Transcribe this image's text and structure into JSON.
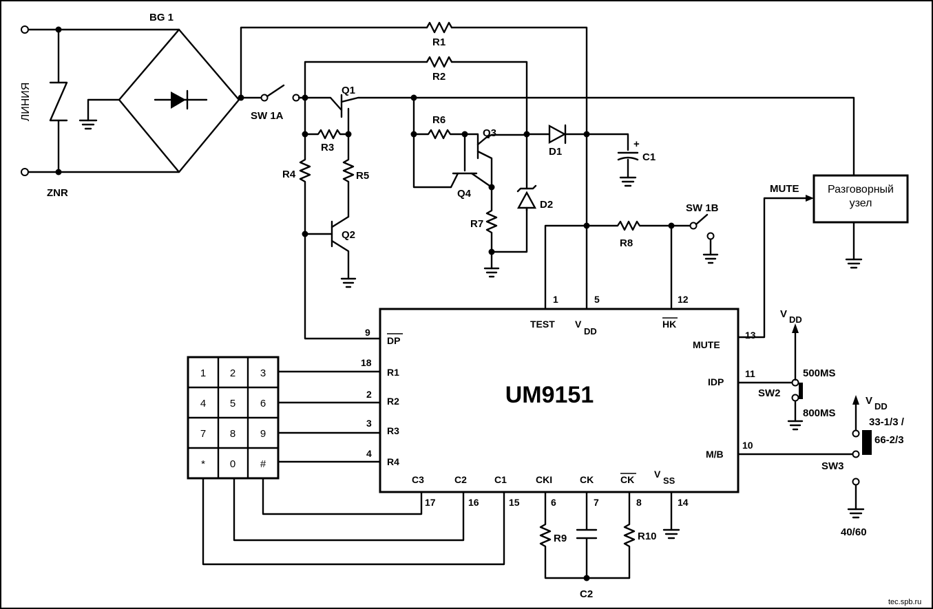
{
  "diagram": {
    "chip": {
      "name": "UM9151",
      "pins_left": [
        {
          "num": "9",
          "label": "DP"
        },
        {
          "num": "18",
          "label": "R1"
        },
        {
          "num": "2",
          "label": "R2"
        },
        {
          "num": "3",
          "label": "R3"
        },
        {
          "num": "4",
          "label": "R4"
        }
      ],
      "pins_top": [
        {
          "num": "1",
          "label": "TEST"
        },
        {
          "num": "5",
          "label": "V",
          "sub": "DD"
        },
        {
          "num": "12",
          "label": "HK"
        }
      ],
      "pins_right": [
        {
          "num": "13",
          "label": "MUTE"
        },
        {
          "num": "11",
          "label": "IDP"
        },
        {
          "num": "10",
          "label": "M/B"
        }
      ],
      "pins_bottom": [
        {
          "num": "17",
          "label": "C3"
        },
        {
          "num": "16",
          "label": "C2"
        },
        {
          "num": "15",
          "label": "C1"
        },
        {
          "num": "6",
          "label": "CKI"
        },
        {
          "num": "7",
          "label": "CK"
        },
        {
          "num": "8",
          "label": "CK"
        },
        {
          "num": "14",
          "label": "V",
          "sub": "SS"
        }
      ]
    },
    "keypad": [
      "1",
      "2",
      "3",
      "4",
      "5",
      "6",
      "7",
      "8",
      "9",
      "*",
      "0",
      "#"
    ],
    "components": {
      "bridge": "BG 1",
      "zener_line": "ZNR",
      "line": "ЛИНИЯ",
      "sw1a": "SW 1A",
      "sw1b": "SW 1B",
      "r1": "R1",
      "r2": "R2",
      "r3": "R3",
      "r4": "R4",
      "r5": "R5",
      "r6": "R6",
      "r7": "R7",
      "r8": "R8",
      "r9": "R9",
      "r10": "R10",
      "q1": "Q1",
      "q2": "Q2",
      "q3": "Q3",
      "q4": "Q4",
      "d1": "D1",
      "d2": "D2",
      "c1": "C1",
      "c1_plus": "+",
      "c2": "C2",
      "mute_line": "MUTE",
      "speech_unit_line1": "Разговорный",
      "speech_unit_line2": "узел",
      "vdd_1": "V",
      "vdd_1_sub": "DD",
      "vdd_2": "V",
      "vdd_2_sub": "DD",
      "sw2": "SW2",
      "sw2_opt1": "500MS",
      "sw2_opt2": "800MS",
      "sw3": "SW3",
      "sw3_opt1": "33-1/3 /",
      "sw3_opt2": "66-2/3",
      "sw3_opt3": "40/60"
    },
    "watermark": "tec.spb.ru"
  }
}
